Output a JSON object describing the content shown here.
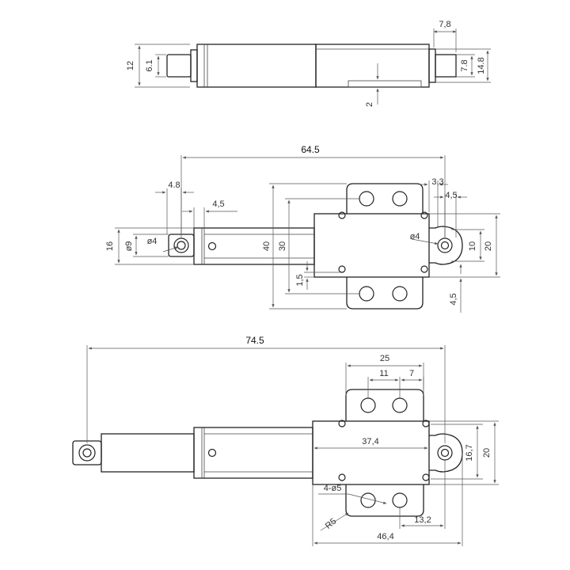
{
  "view_top": {
    "dims": {
      "d1": "12",
      "d2": "6.1",
      "d3": "7,8",
      "d4": "7.8",
      "d5": "14.8",
      "d6": "2"
    }
  },
  "view_mid": {
    "dims": {
      "overall": "64.5",
      "d48": "4.8",
      "d45": "4,5",
      "d16": "16",
      "d9": "ø9",
      "d4a": "ø4",
      "d40": "40",
      "d30": "30",
      "d15": "1,5",
      "d33": "3,3",
      "d45b": "4,5",
      "d4b": "ø4",
      "d10": "10",
      "d20": "20",
      "d45c": "4,5"
    }
  },
  "view_bot": {
    "dims": {
      "overall": "74.5",
      "d25": "25",
      "d11": "11",
      "d7": "7",
      "d374": "37,4",
      "d167": "16,7",
      "d20": "20",
      "holes": "4-ø5",
      "r5": "R5",
      "d132": "13,2",
      "d464": "46,4"
    }
  }
}
